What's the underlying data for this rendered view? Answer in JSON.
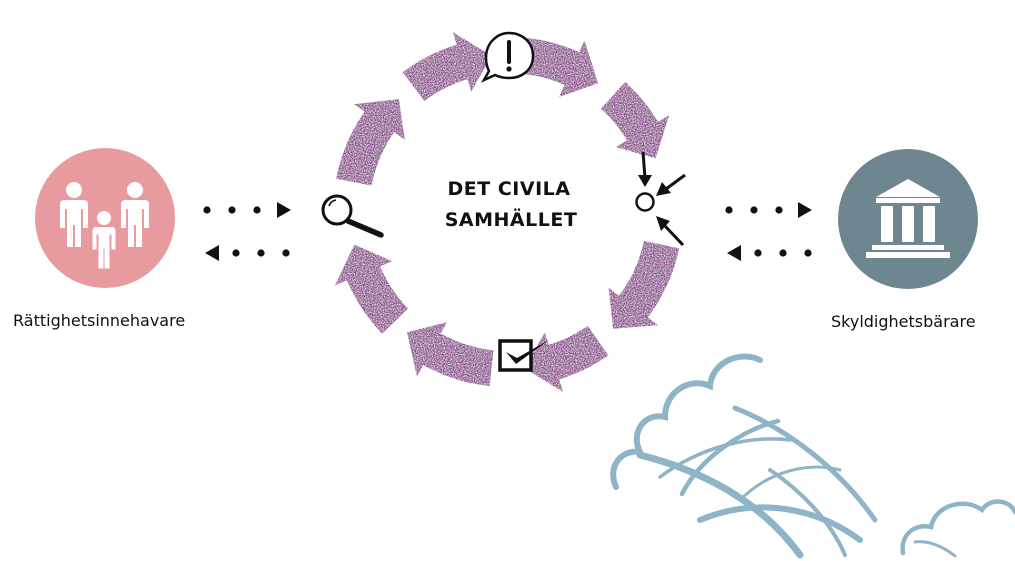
{
  "diagram": {
    "center_title_line1": "DET CIVILA",
    "center_title_line2": "SAMHÄLLET",
    "left_node_label": "Rättighetsinnehavare",
    "right_node_label": "Skyldighetsbärare"
  },
  "colors": {
    "cycle_arrows": "#8a4d8c",
    "rights_holder_circle": "#e79b9f",
    "duty_bearer_circle": "#6e868f",
    "wind_cloud": "#8fb4c8",
    "icon_stroke": "#111111"
  },
  "icons": {
    "top": "speech-bubble-exclamation-icon",
    "left": "magnifying-glass-icon",
    "right": "converging-arrows-target-icon",
    "bottom": "checkbox-checked-icon",
    "rights_holder": "family-people-icon",
    "duty_bearer": "institution-building-icon",
    "weather": "wind-cloud-icon"
  }
}
